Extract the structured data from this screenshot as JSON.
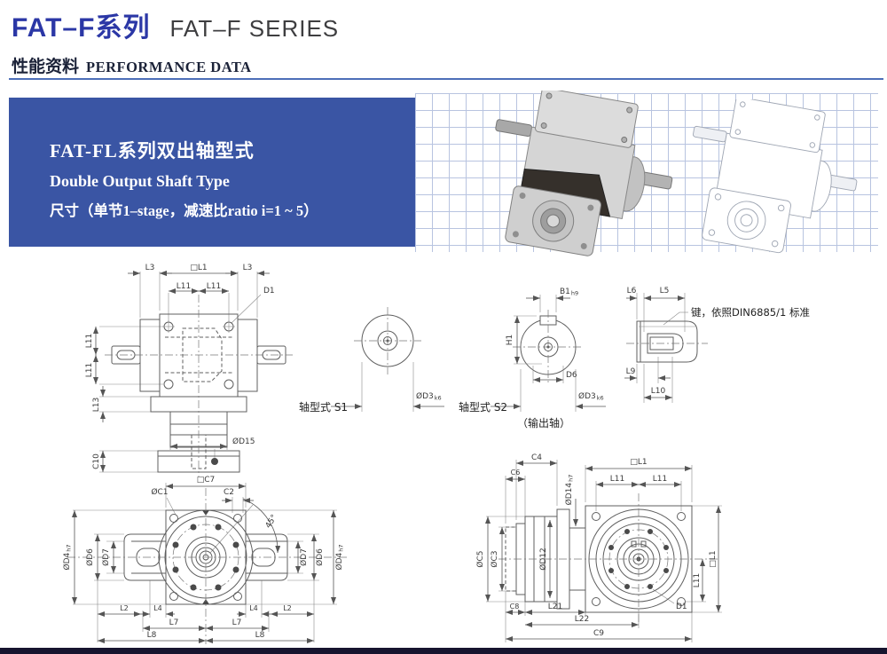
{
  "header": {
    "title_cn": "FAT–F系列",
    "title_en": "FAT–F SERIES",
    "section_cn": "性能资料",
    "section_en": "PERFORMANCE DATA"
  },
  "banner": {
    "line1": "FAT-FL系列双出轴型式",
    "line2": "Double Output Shaft Type",
    "line3": "尺寸（单节1–stage，减速比ratio i=1 ~ 5）"
  },
  "colors": {
    "title_blue": "#2b37a6",
    "banner_bg": "#3a55a4",
    "rule_blue": "#4d6fb8",
    "grid_line": "#b8c4e0",
    "footer_bar": "#16142e",
    "line_gray": "#5f5f5f"
  },
  "front_view": {
    "l3_left": "L3",
    "l1": "□L1",
    "l3_right": "L3",
    "l11_top_left": "L11",
    "l11_top_right": "L11",
    "d1": "D1",
    "l11_left_upper": "L11",
    "l11_left_lower": "L11",
    "l13": "L13",
    "d15": "ØD15",
    "c10": "C10"
  },
  "shaft_s1": {
    "label": "轴型式 S1",
    "dia": "ØD3",
    "dia_tol": "k6"
  },
  "shaft_s2": {
    "label": "轴型式 S2",
    "sub": "（输出轴）",
    "b1": "B1",
    "b1_tol": "h9",
    "h1": "H1",
    "d6": "D6",
    "dia": "ØD3",
    "dia_tol": "k6"
  },
  "key_view": {
    "l6": "L6",
    "l5": "L5",
    "note": "键，依照DIN6885/1 标准",
    "l9": "L9",
    "l10": "L10"
  },
  "side_view": {
    "c7": "□C7",
    "c1": "ØC1",
    "c2": "C2",
    "angle": "45°",
    "d4_left": "ØD4",
    "d4_left_tol": "h7",
    "d6_left": "ØD6",
    "d7_left": "ØD7",
    "d7_right": "ØD7",
    "d6_right": "ØD6",
    "d4_right": "ØD4",
    "d4_right_tol": "h7",
    "l2_left": "L2",
    "l4_left": "L4",
    "l4_right": "L4",
    "l2_right": "L2",
    "l7_left": "L7",
    "l7_right": "L7",
    "l8_left": "L8",
    "l8_right": "L8"
  },
  "adapter_view": {
    "c4": "C4",
    "c6": "C6",
    "d14": "ØD14",
    "d14_tol": "h7",
    "l1_top": "□L1",
    "l11_top_left": "L11",
    "l11_top_right": "L11",
    "c5": "ØC5",
    "c3": "ØC3",
    "d12": "ØD12",
    "l11_right": "L11",
    "l1_right": "□L1",
    "c8": "C8",
    "l21": "L21",
    "l22": "L22",
    "c9": "C9",
    "d1": "D1"
  }
}
